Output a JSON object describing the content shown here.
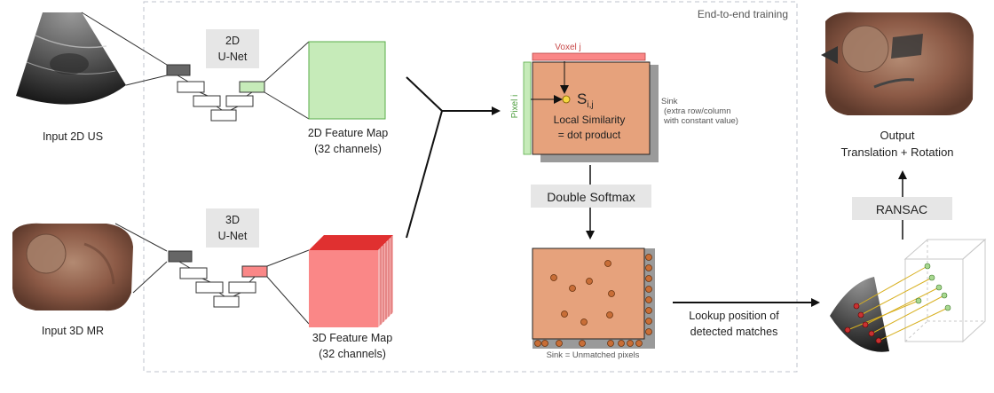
{
  "frame": {
    "caption": "End-to-end training"
  },
  "inputs": {
    "us_label": "Input 2D US",
    "mr_label": "Input 3D MR"
  },
  "unet2d": {
    "line1": "2D",
    "line2": "U-Net"
  },
  "unet3d": {
    "line1": "3D",
    "line2": "U-Net"
  },
  "feature2d": {
    "line1": "2D Feature Map",
    "line2": "(32 channels)"
  },
  "feature3d": {
    "line1": "3D Feature Map",
    "line2": "(32 channels)"
  },
  "similarity": {
    "voxel_label": "Voxel j",
    "pixel_label": "Pixel i",
    "s_symbol": "S",
    "s_subscript": "i,j",
    "line1": "Local Similarity",
    "line2": "= dot product",
    "sink_line1": "Sink",
    "sink_line2": "(extra row/column",
    "sink_line3": "with constant value)"
  },
  "double_softmax": {
    "label": "Double Softmax"
  },
  "matches": {
    "sink_label": "Sink = Unmatched pixels"
  },
  "lookup": {
    "line1": "Lookup position of",
    "line2": "detected matches"
  },
  "ransac": {
    "label": "RANSAC"
  },
  "output": {
    "line1": "Output",
    "line2": "Translation + Rotation"
  },
  "colors": {
    "green": "#c6ebb9",
    "red": "#fa8787",
    "matrix": "#e6a27c",
    "sink": "#9a9a9a",
    "dot": "#c86e37",
    "unet_bg": "#e6e6e6"
  }
}
